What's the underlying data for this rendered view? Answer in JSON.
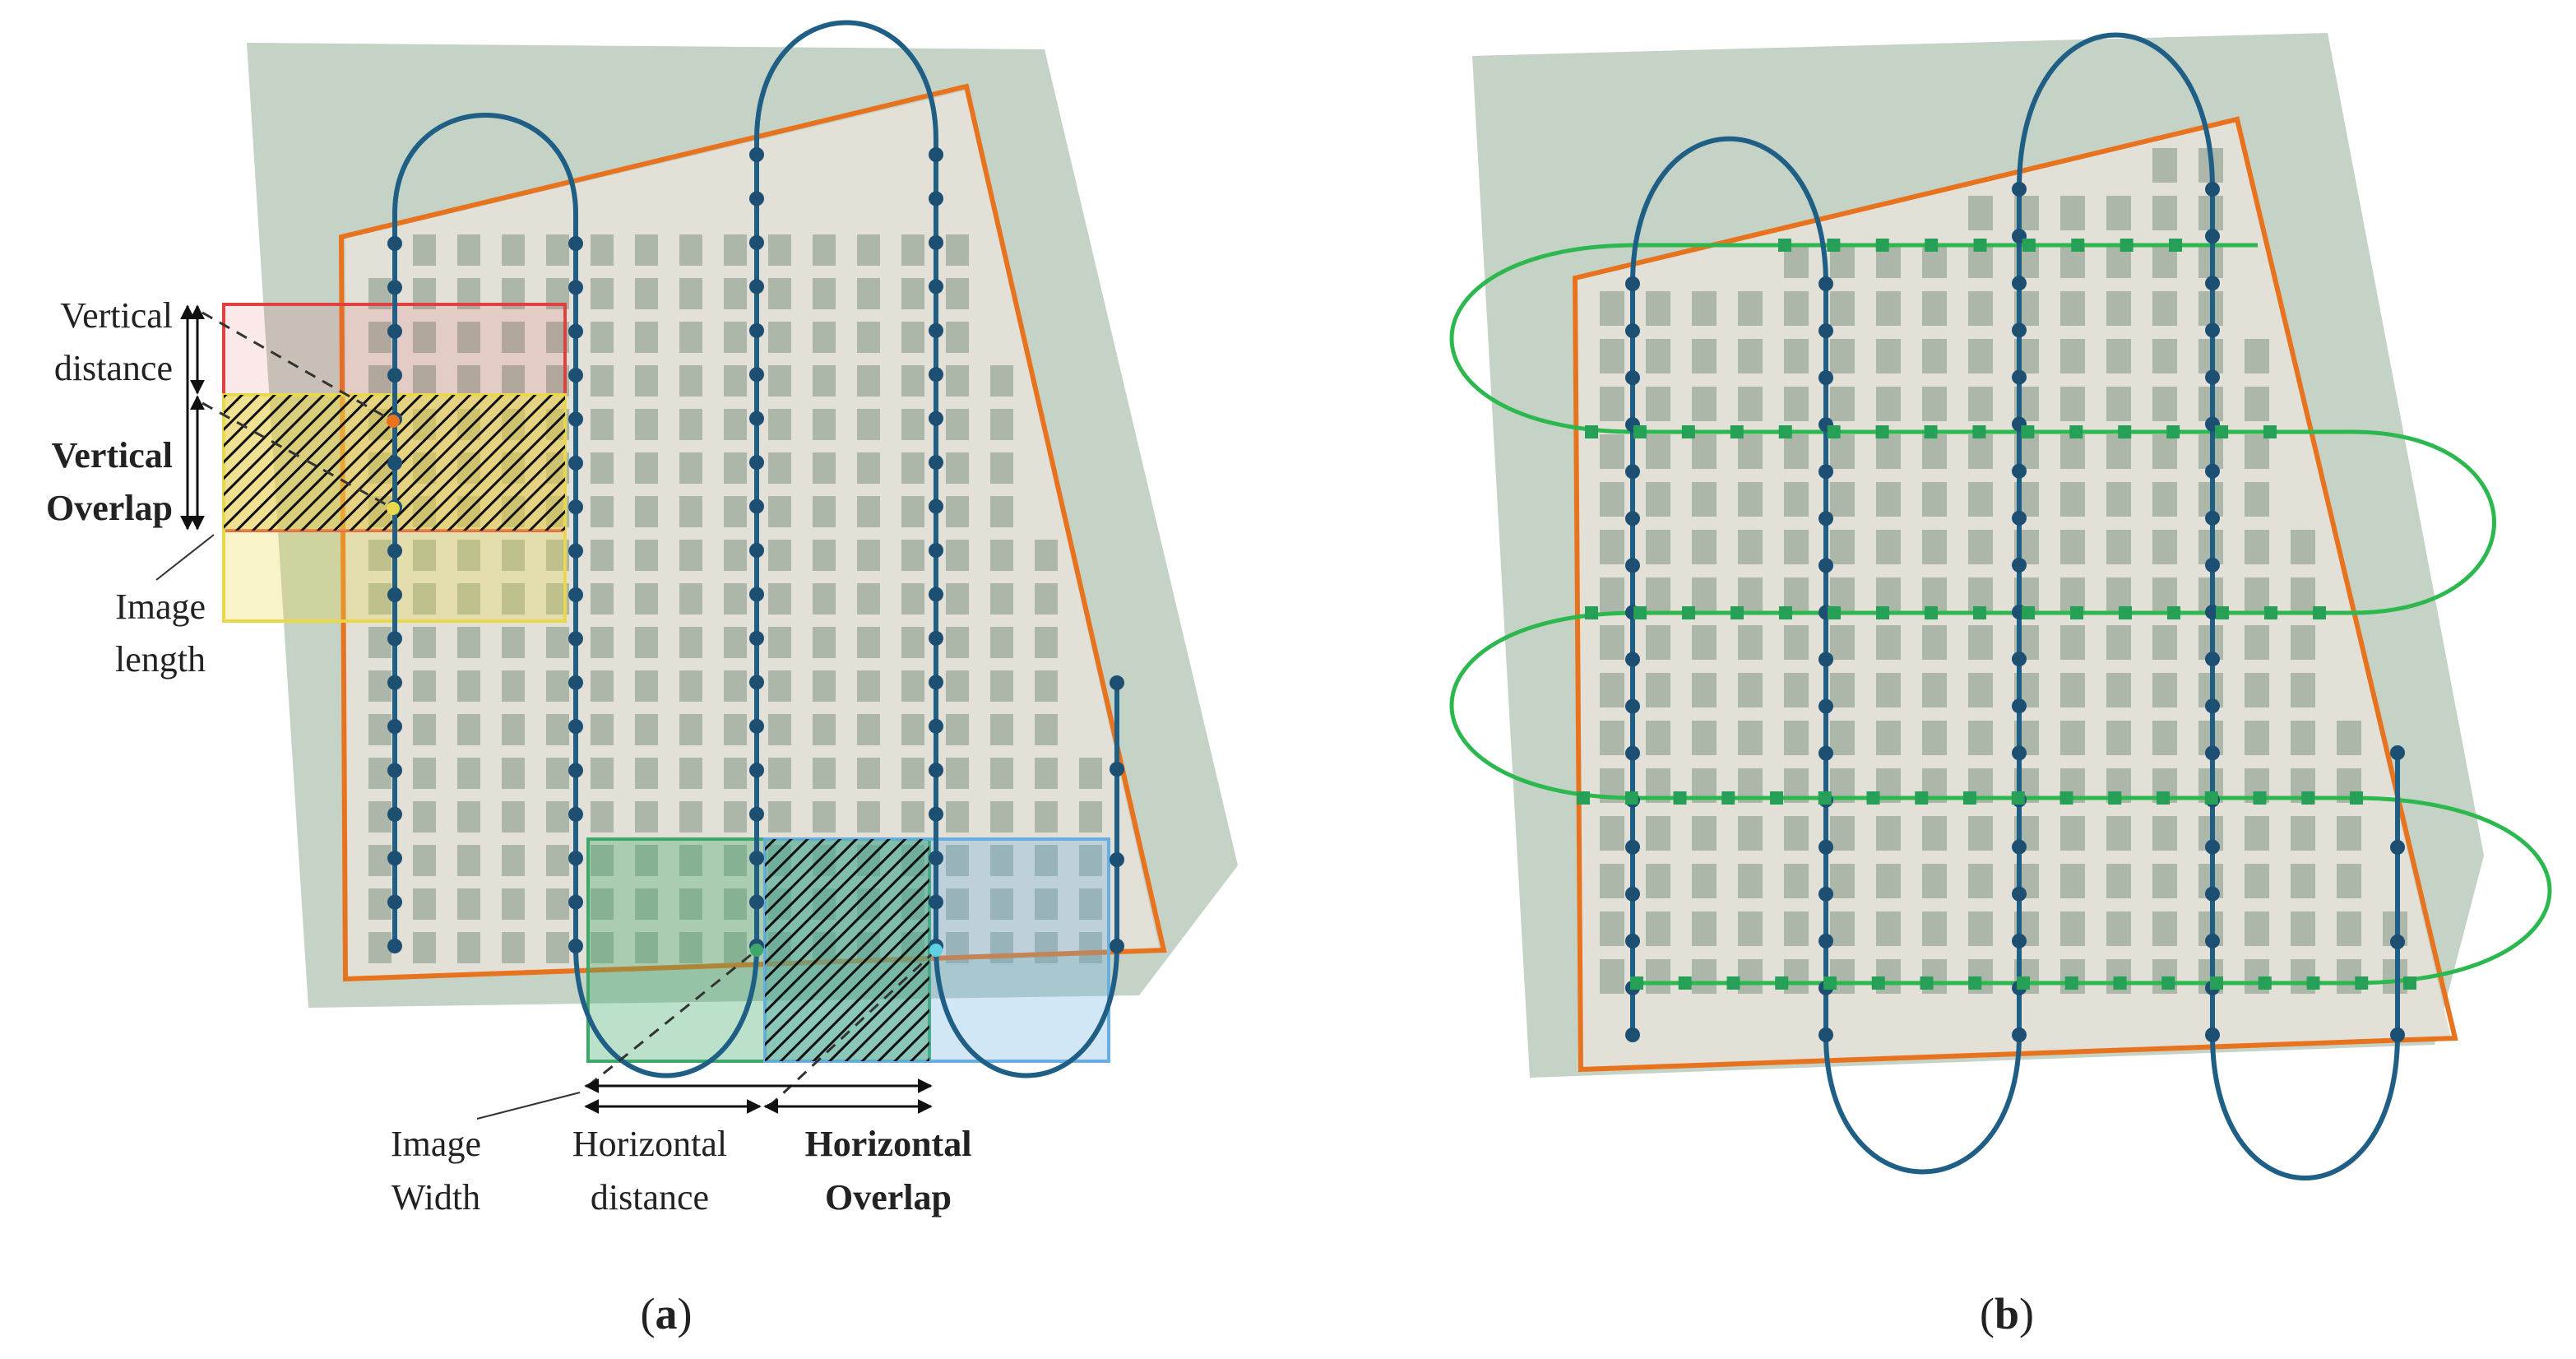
{
  "colors": {
    "field_boundary": "#e8731f",
    "flight_path_blue": "#1f5f85",
    "flight_path_green": "#2cb84f",
    "waypoint_blue": "#1d4f73",
    "waypoint_green": "#27a057",
    "ground": "#e3e0d8",
    "vegetation": "#7f9383",
    "image_red": "#e04040",
    "image_yellow": "#e8d84a",
    "image_green": "#3ea86a",
    "image_blue": "#6aaee0"
  },
  "panel_a": {
    "caption_open": "(",
    "caption_letter": "a",
    "caption_close": ")",
    "labels": {
      "vertical_distance_1": "Vertical",
      "vertical_distance_2": "distance",
      "vertical_overlap_1": "Vertical",
      "vertical_overlap_2": "Overlap",
      "image_length_1": "Image",
      "image_length_2": "length",
      "image_width_1": "Image",
      "image_width_2": "Width",
      "horizontal_distance_1": "Horizontal",
      "horizontal_distance_2": "distance",
      "horizontal_overlap_1": "Horizontal",
      "horizontal_overlap_2": "Overlap"
    }
  },
  "panel_b": {
    "caption_open": "(",
    "caption_letter": "b",
    "caption_close": ")"
  }
}
